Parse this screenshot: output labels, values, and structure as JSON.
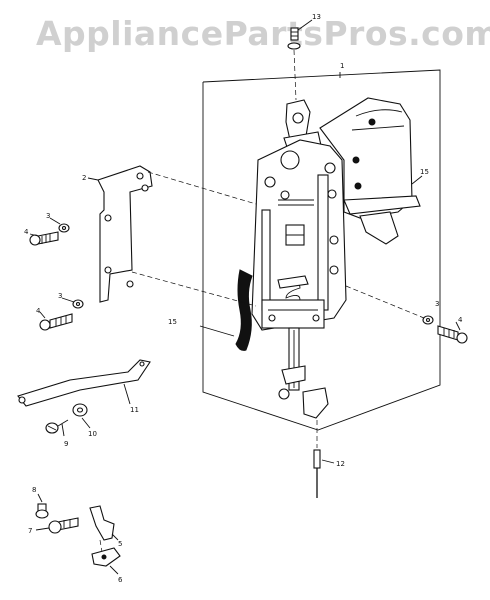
{
  "watermark": "AppliancePartsPros.com",
  "callouts": {
    "c1": "1",
    "c2": "2",
    "c3a": "3",
    "c3b": "3",
    "c3c": "3",
    "c4a": "4",
    "c4b": "4",
    "c4c": "4",
    "c5": "5",
    "c6": "6",
    "c7": "7",
    "c8": "8",
    "c9": "9",
    "c10": "10",
    "c11": "11",
    "c12": "12",
    "c13": "13",
    "c15a": "15",
    "c15b": "15"
  }
}
